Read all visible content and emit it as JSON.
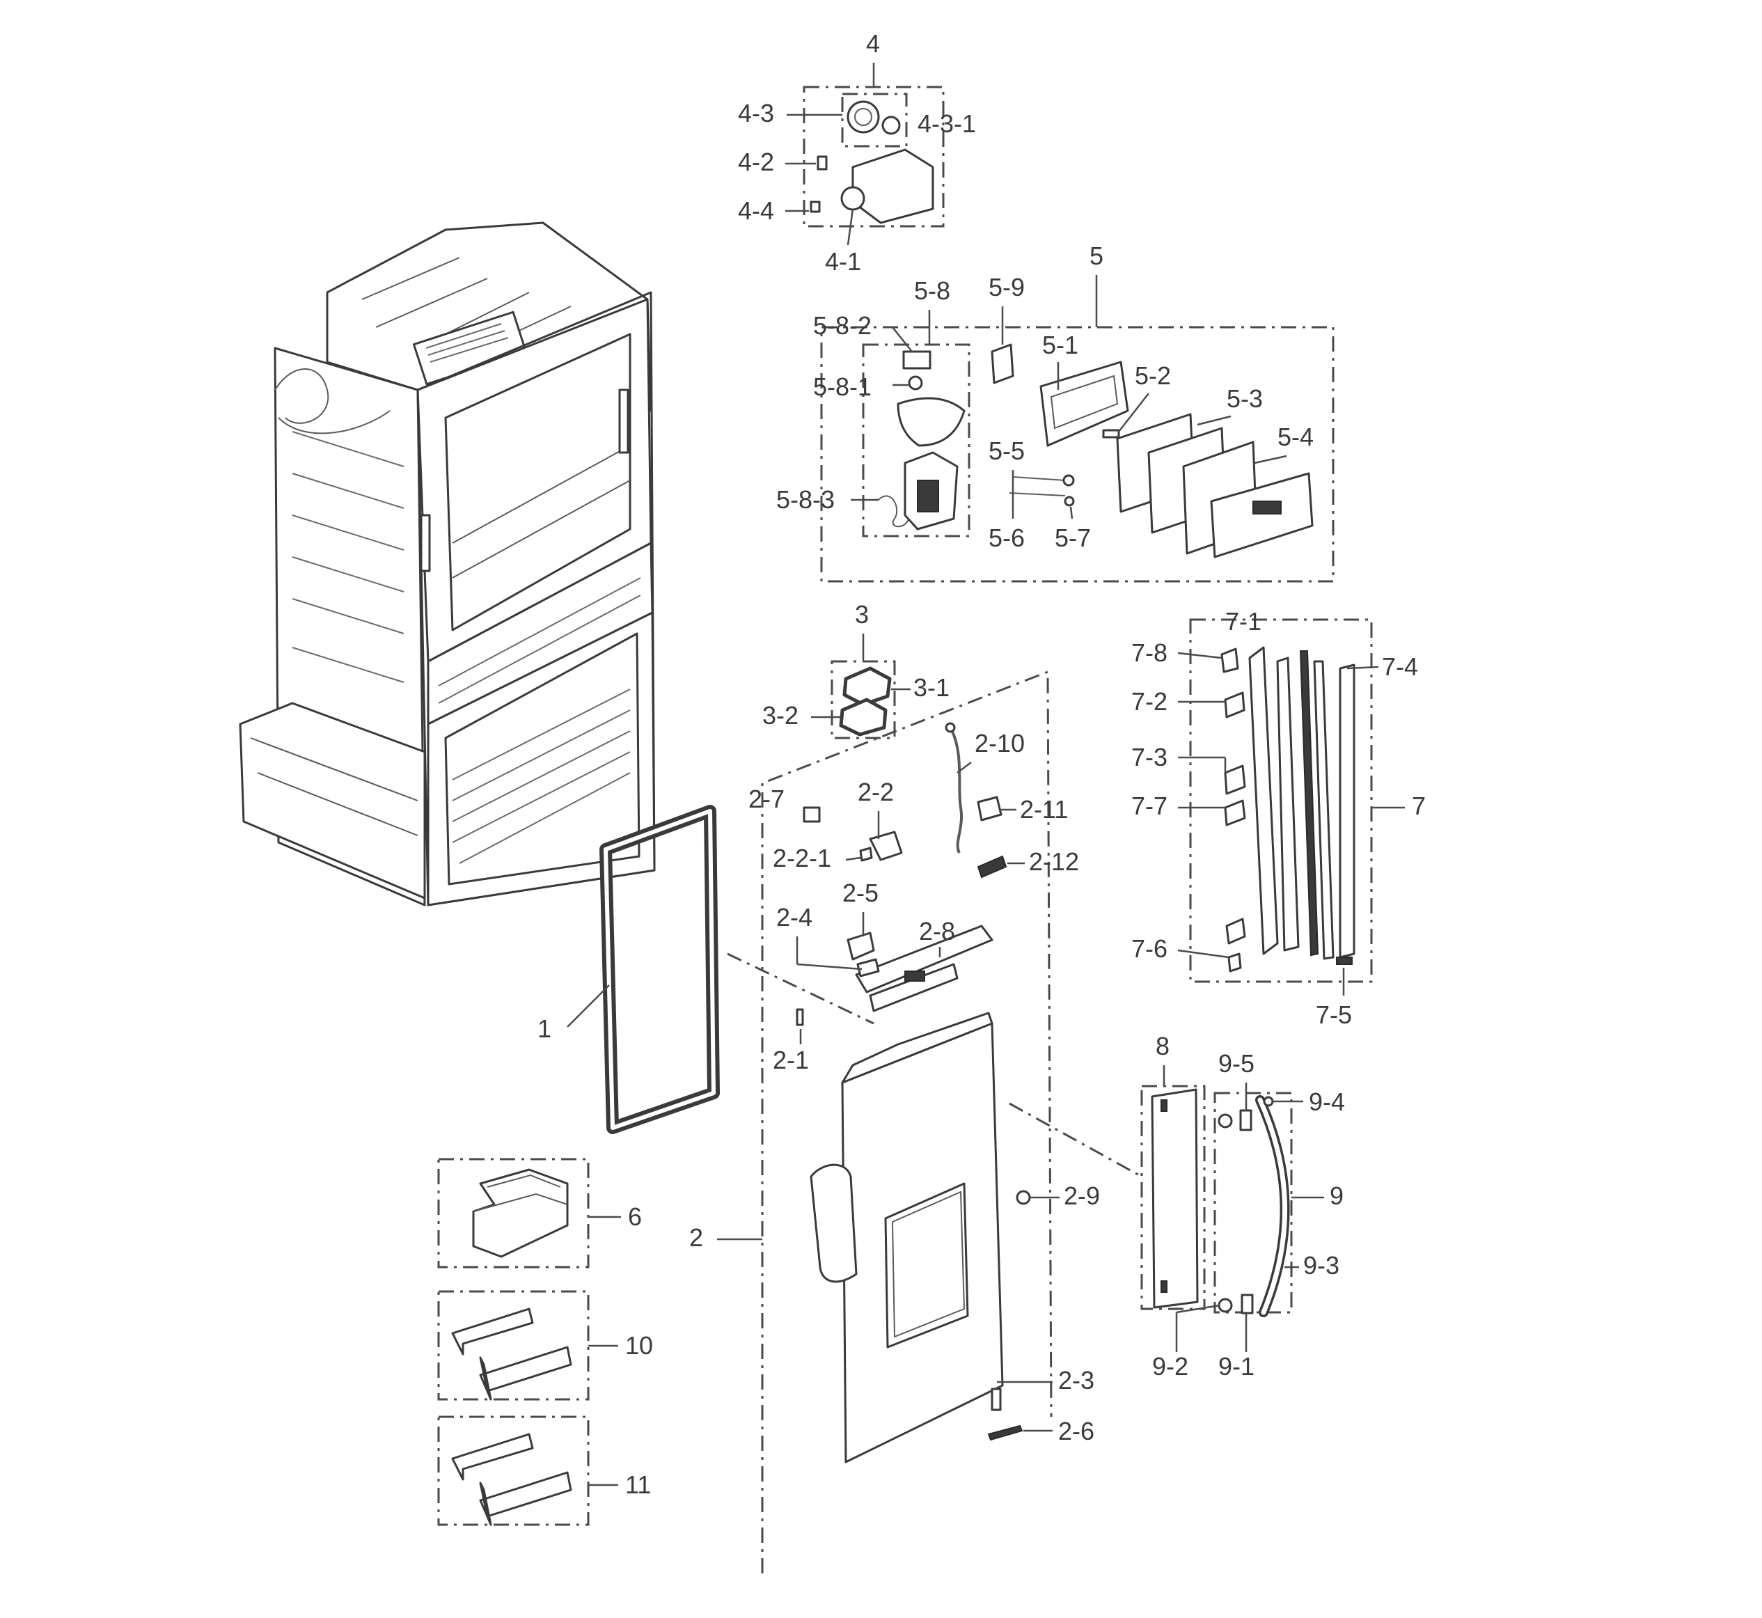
{
  "callouts": {
    "c1": "1",
    "c2": "2",
    "c2_1": "2-1",
    "c2_2": "2-2",
    "c2_2_1": "2-2-1",
    "c2_3": "2-3",
    "c2_4": "2-4",
    "c2_5": "2-5",
    "c2_6": "2-6",
    "c2_7": "2-7",
    "c2_8": "2-8",
    "c2_9": "2-9",
    "c2_10": "2-10",
    "c2_11": "2-11",
    "c2_12": "2-12",
    "c3": "3",
    "c3_1": "3-1",
    "c3_2": "3-2",
    "c4": "4",
    "c4_1": "4-1",
    "c4_2": "4-2",
    "c4_3": "4-3",
    "c4_3_1": "4-3-1",
    "c4_4": "4-4",
    "c5": "5",
    "c5_1": "5-1",
    "c5_2": "5-2",
    "c5_3": "5-3",
    "c5_4": "5-4",
    "c5_5": "5-5",
    "c5_6": "5-6",
    "c5_7": "5-7",
    "c5_8": "5-8",
    "c5_8_1": "5-8-1",
    "c5_8_2": "5-8-2",
    "c5_8_3": "5-8-3",
    "c5_9": "5-9",
    "c6": "6",
    "c7": "7",
    "c7_1": "7-1",
    "c7_2": "7-2",
    "c7_3": "7-3",
    "c7_4": "7-4",
    "c7_5": "7-5",
    "c7_6": "7-6",
    "c7_7": "7-7",
    "c7_8": "7-8",
    "c8": "8",
    "c9": "9",
    "c9_1": "9-1",
    "c9_2": "9-2",
    "c9_3": "9-3",
    "c9_4": "9-4",
    "c9_5": "9-5",
    "c10": "10",
    "c11": "11"
  }
}
